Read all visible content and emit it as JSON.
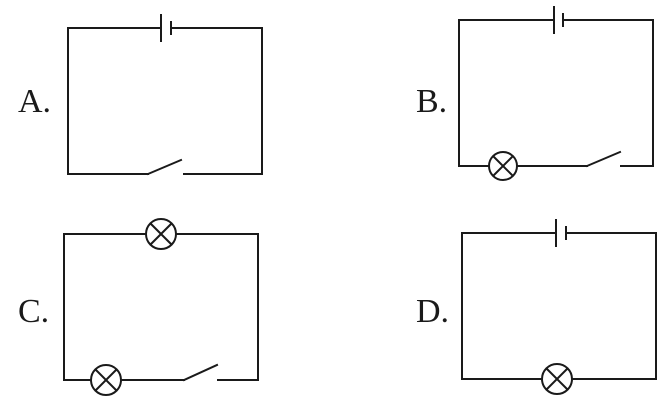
{
  "options": [
    {
      "label": "A.",
      "components": [
        "battery",
        "switch"
      ]
    },
    {
      "label": "B.",
      "components": [
        "battery",
        "bulb",
        "switch"
      ]
    },
    {
      "label": "C.",
      "components": [
        "bulb",
        "bulb",
        "switch"
      ]
    },
    {
      "label": "D.",
      "components": [
        "battery",
        "bulb"
      ]
    }
  ],
  "colors": {
    "ink": "#1a1a1a",
    "background": "#ffffff"
  }
}
